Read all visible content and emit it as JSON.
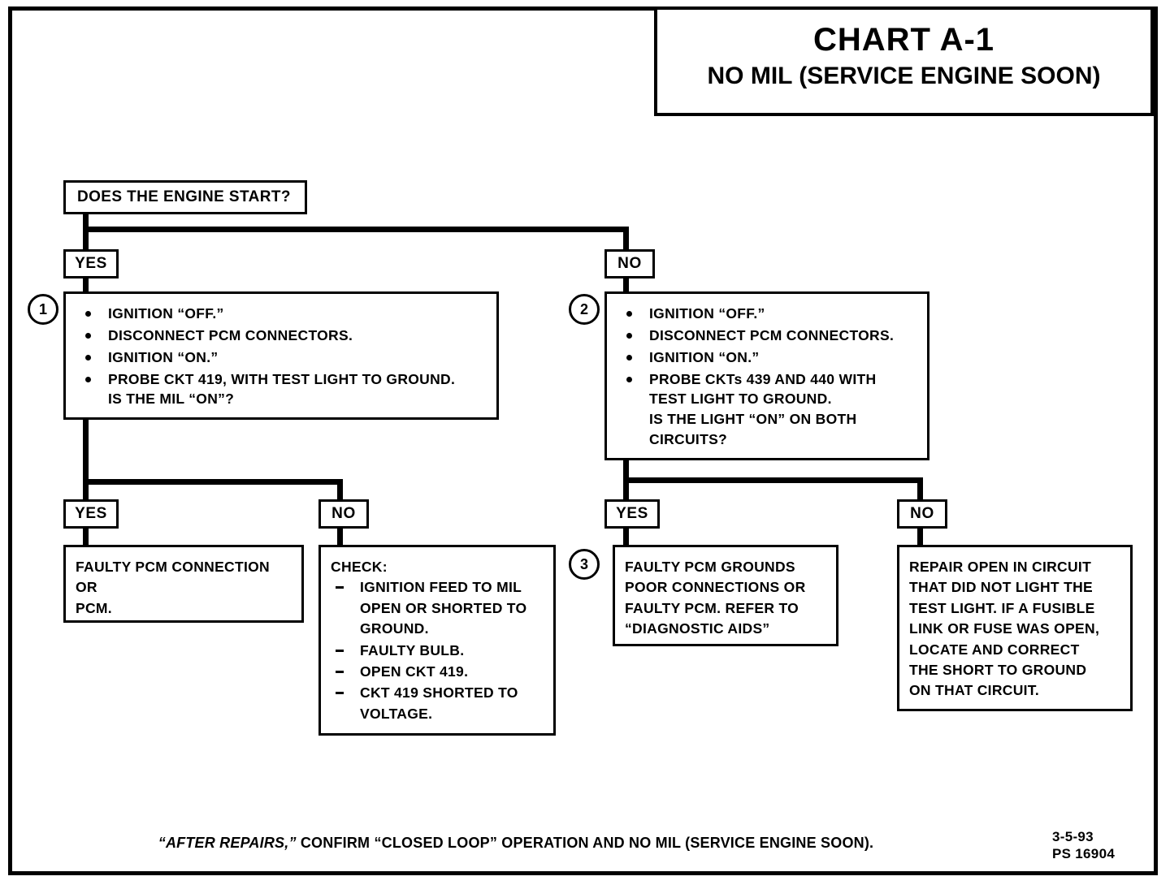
{
  "title": {
    "main": "CHART A-1",
    "sub": "NO MIL (SERVICE ENGINE SOON)"
  },
  "question": {
    "text": "DOES THE ENGINE START?"
  },
  "branch_labels": {
    "yes": "YES",
    "no": "NO"
  },
  "markers": {
    "one": "1",
    "two": "2",
    "three": "3"
  },
  "step1": {
    "bullets": [
      {
        "line1": "IGNITION “OFF.”"
      },
      {
        "line1": "DISCONNECT PCM CONNECTORS."
      },
      {
        "line1": "IGNITION “ON.”"
      },
      {
        "line1": "PROBE CKT 419, WITH TEST LIGHT TO GROUND.",
        "line2": "IS THE MIL “ON”?"
      }
    ]
  },
  "step2": {
    "bullets": [
      {
        "line1": "IGNITION “OFF.”"
      },
      {
        "line1": "DISCONNECT PCM CONNECTORS."
      },
      {
        "line1": "IGNITION “ON.”"
      },
      {
        "line1": "PROBE CKTs 439 AND 440 WITH",
        "line2": "TEST LIGHT TO GROUND.",
        "line3": "IS THE LIGHT “ON” ON BOTH",
        "line4": "CIRCUITS?"
      }
    ]
  },
  "result_faulty_pcm_connection": {
    "line1": "FAULTY PCM CONNECTION",
    "line2": "OR",
    "line3": "PCM."
  },
  "result_check": {
    "heading": "CHECK:",
    "items": [
      {
        "line1": "IGNITION FEED TO MIL",
        "line2": "OPEN OR SHORTED TO",
        "line3": "GROUND."
      },
      {
        "line1": "FAULTY BULB."
      },
      {
        "line1": "OPEN CKT 419."
      },
      {
        "line1": "CKT 419 SHORTED TO",
        "line2": "VOLTAGE."
      }
    ]
  },
  "result_faulty_grounds": {
    "line1": "FAULTY PCM GROUNDS",
    "line2": "POOR CONNECTIONS OR",
    "line3": "FAULTY PCM.  REFER TO",
    "line4": "“DIAGNOSTIC  AIDS”"
  },
  "result_repair_open": {
    "line1": "REPAIR OPEN IN CIRCUIT",
    "line2": "THAT DID NOT LIGHT THE",
    "line3": "TEST LIGHT.  IF A FUSIBLE",
    "line4": "LINK OR FUSE WAS OPEN,",
    "line5": "LOCATE AND CORRECT",
    "line6": "THE SHORT TO GROUND",
    "line7": "ON THAT CIRCUIT."
  },
  "footer": {
    "quote_italic": "“AFTER REPAIRS,”",
    "rest": " CONFIRM “CLOSED LOOP” OPERATION AND NO MIL (SERVICE ENGINE SOON).",
    "date": "3-5-93",
    "part_number": "PS 16904"
  }
}
